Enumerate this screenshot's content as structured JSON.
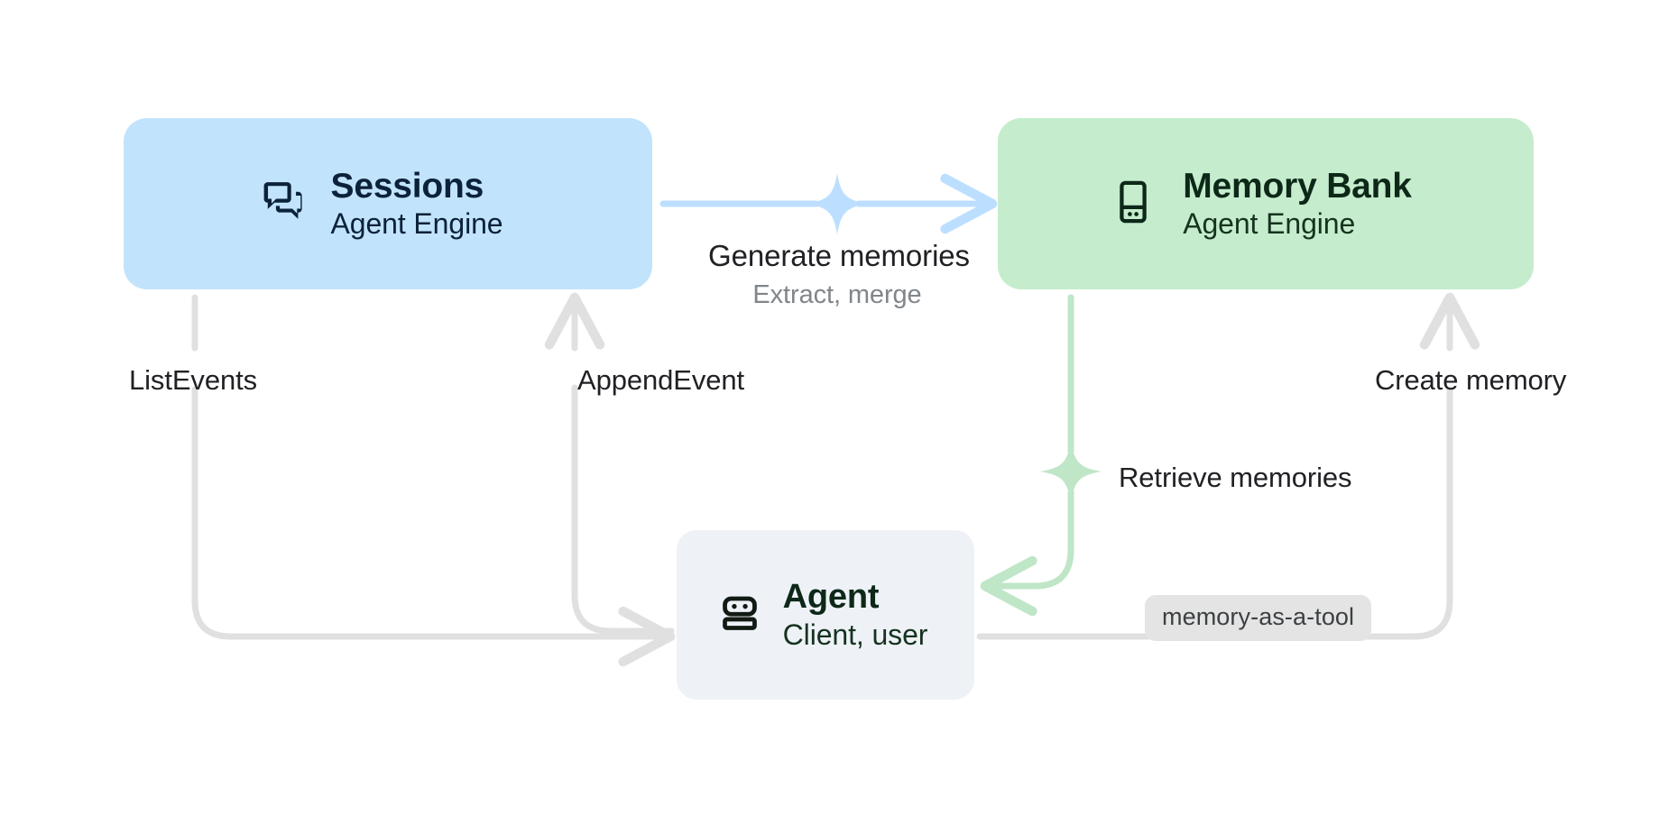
{
  "diagram": {
    "title": "Agent Engine Sessions and Memory Bank flow",
    "background": "#ffffff",
    "colors": {
      "sessions_fill": "#c2e3fc",
      "memory_bank_fill": "#c5edcd",
      "agent_fill": "#eef2f7",
      "blue_edge": "#bcdfff",
      "green_edge": "#bfe6c7",
      "gray_edge": "#e0e0e0",
      "label_text": "#202124",
      "sub_label_text": "#80868b",
      "pill_fill": "#e4e4e4",
      "node_text": "#0d2818"
    }
  },
  "nodes": [
    {
      "id": "sessions",
      "title": "Sessions",
      "subtitle": "Agent Engine",
      "icon": "forum-icon"
    },
    {
      "id": "memory_bank",
      "title": "Memory Bank",
      "subtitle": "Agent Engine",
      "icon": "database-icon"
    },
    {
      "id": "agent",
      "title": "Agent",
      "subtitle": "Client, user",
      "icon": "robot-icon"
    }
  ],
  "edges": {
    "generate_memories": {
      "label": "Generate memories",
      "sublabel": "Extract, merge",
      "from": "sessions",
      "to": "memory_bank",
      "color": "blue",
      "marker": "sparkle-icon"
    },
    "append_event": {
      "label": "AppendEvent",
      "from": "agent",
      "to": "sessions",
      "color": "gray"
    },
    "list_events": {
      "label": "ListEvents",
      "from": "sessions",
      "to": "agent",
      "color": "gray"
    },
    "create_memory": {
      "label": "Create memory",
      "from": "agent",
      "to": "memory_bank",
      "color": "gray"
    },
    "retrieve_memories": {
      "label": "Retrieve memories",
      "from": "memory_bank",
      "to": "agent",
      "color": "green",
      "marker": "sparkle-icon"
    },
    "memory_as_a_tool": {
      "label": "memory-as-a-tool"
    }
  }
}
